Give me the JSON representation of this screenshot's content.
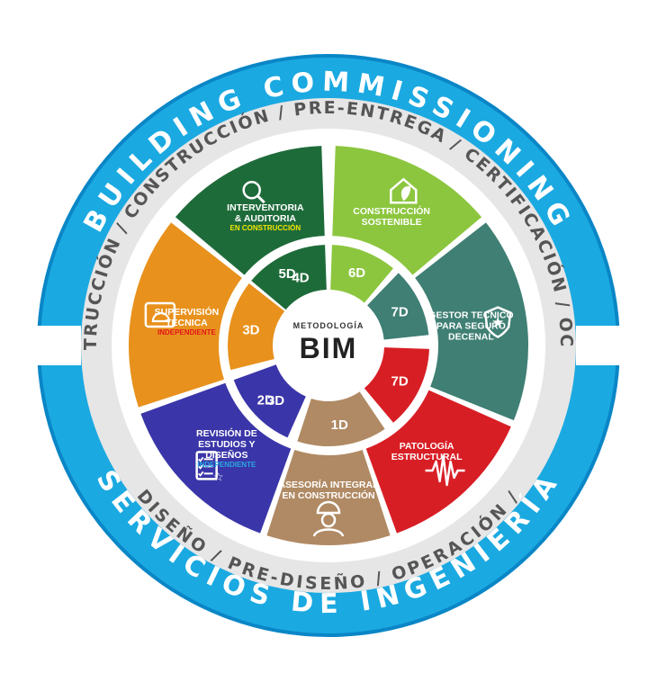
{
  "outer_ring": {
    "top_text": "BUILDING COMMISSIONING",
    "bottom_text": "SERVICIOS DE INGENIERÍA",
    "color": "#1ba9e1",
    "dark_color": "#0a86c7"
  },
  "phase_ring": {
    "top_text": "PRE-CONSTRUCCIÓN / CONSTRUCCIÓN / PRE-ENTREGA / CERTIFICACIÓN / OCUPACIÓN /",
    "bottom_text": "DISEÑO / PRE-DISEÑO / OPERACIÓN /",
    "text_color": "#555555",
    "bg_color": "#e6e6e6"
  },
  "center": {
    "small_label": "METODOLOGÍA",
    "big_label": "BIM"
  },
  "segments": [
    {
      "id": "interventoria",
      "title_lines": [
        "INTERVENTORIA",
        "& AUDITORIA"
      ],
      "sub": "EN CONSTRUCCIÓN",
      "sub_color": "#f2e600",
      "color": "#1e6b3a",
      "icon": "magnifier-icon",
      "inner_labels": [
        "5D",
        "4D"
      ]
    },
    {
      "id": "sostenible",
      "title_lines": [
        "CONSTRUCCIÓN",
        "SOSTENIBLE"
      ],
      "sub": "",
      "sub_color": "",
      "color": "#8cc63f",
      "icon": "eco-house-icon",
      "inner_labels": [
        "6D"
      ]
    },
    {
      "id": "gestor",
      "title_lines": [
        "GESTOR TECNICO",
        "PARA SEGURO",
        "DECENAL"
      ],
      "sub": "",
      "sub_color": "",
      "color": "#3f7f74",
      "icon": "shield-star-icon",
      "inner_labels": [
        "7D"
      ]
    },
    {
      "id": "patologia",
      "title_lines": [
        "PATOLOGÍA",
        "ESTRUCTURAL"
      ],
      "sub": "",
      "sub_color": "",
      "color": "#d81e25",
      "icon": "waveform-icon",
      "inner_labels": [
        "7D"
      ]
    },
    {
      "id": "asesoria",
      "title_lines": [
        "ASESORÍA INTEGRAL",
        "EN CONSTRUCCIÓN"
      ],
      "sub": "",
      "sub_color": "",
      "color": "#b08a64",
      "icon": "worker-icon",
      "inner_labels": [
        "1D"
      ]
    },
    {
      "id": "revision",
      "title_lines": [
        "REVISIÓN DE",
        "ESTUDIOS Y",
        "DISEÑOS"
      ],
      "sub": "INDEPENDIENTE",
      "sub_color": "#29a9e1",
      "color": "#3a35a8",
      "icon": "checklist-icon",
      "inner_labels": [
        "3D",
        "2D"
      ]
    },
    {
      "id": "supervision",
      "title_lines": [
        "SUPERVISIÓN",
        "TÉCNICA"
      ],
      "sub": "INDEPENDIENTE",
      "sub_color": "#e3141b",
      "color": "#e8911c",
      "icon": "helmet-icon",
      "inner_labels": [
        "3D"
      ]
    }
  ]
}
